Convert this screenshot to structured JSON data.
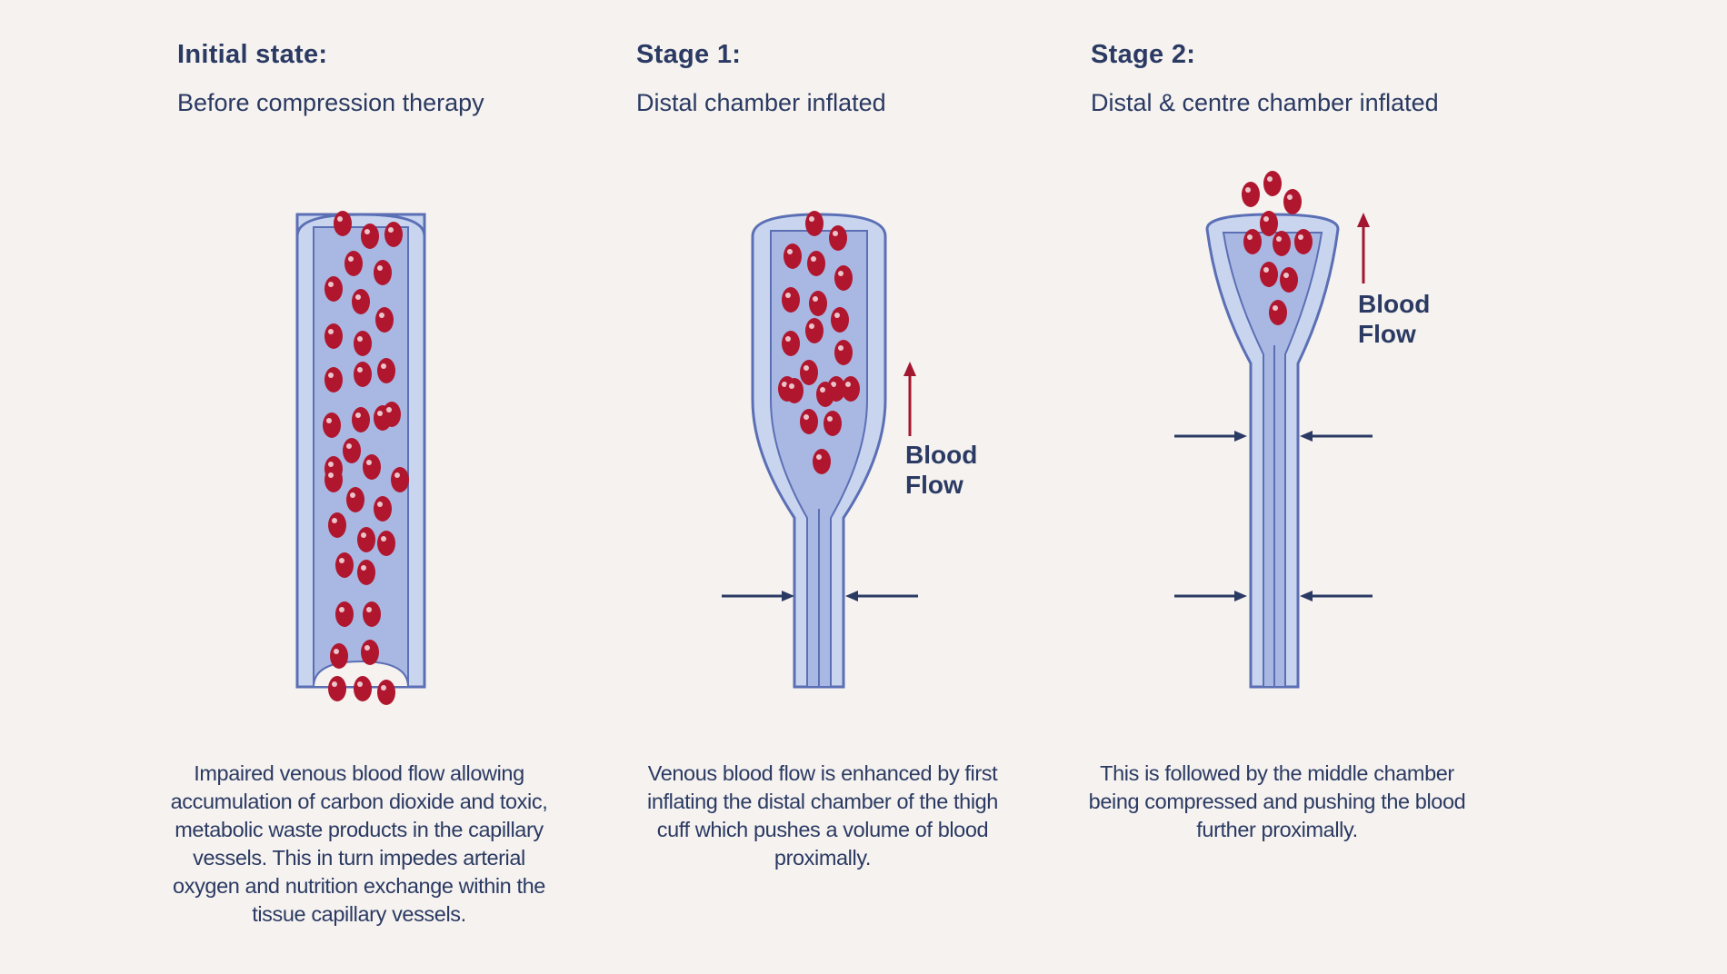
{
  "panels": [
    {
      "title": "Initial state:",
      "subtitle": "Before compression therapy",
      "description": "Impaired venous blood flow allowing accumulation of carbon dioxide and toxic, metabolic waste products in the capillary vessels.  This in turn impedes arterial oxygen and nutrition exchange within the tissue capillary vessels."
    },
    {
      "title": "Stage 1:",
      "subtitle": "Distal chamber inflated",
      "description": "Venous blood flow is enhanced by first inflating the distal chamber of the thigh cuff which pushes a volume of blood proximally.",
      "flow_label_1": "Blood",
      "flow_label_2": "Flow"
    },
    {
      "title": "Stage 2:",
      "subtitle": "Distal & centre chamber inflated",
      "description": "This is followed by the middle chamber being compressed and pushing the blood further proximally.",
      "flow_label_1": "Blood",
      "flow_label_2": "Flow"
    }
  ],
  "colors": {
    "background": "#f5f2ef",
    "text": "#2b3a63",
    "vessel_outer": "#c9d5ef",
    "vessel_inner": "#a9b8e3",
    "vessel_stroke": "#5b6fb5",
    "blood_cell": "#b0162e",
    "flow_arrow": "#a3162f",
    "compression_arrow": "#2b3a63"
  }
}
